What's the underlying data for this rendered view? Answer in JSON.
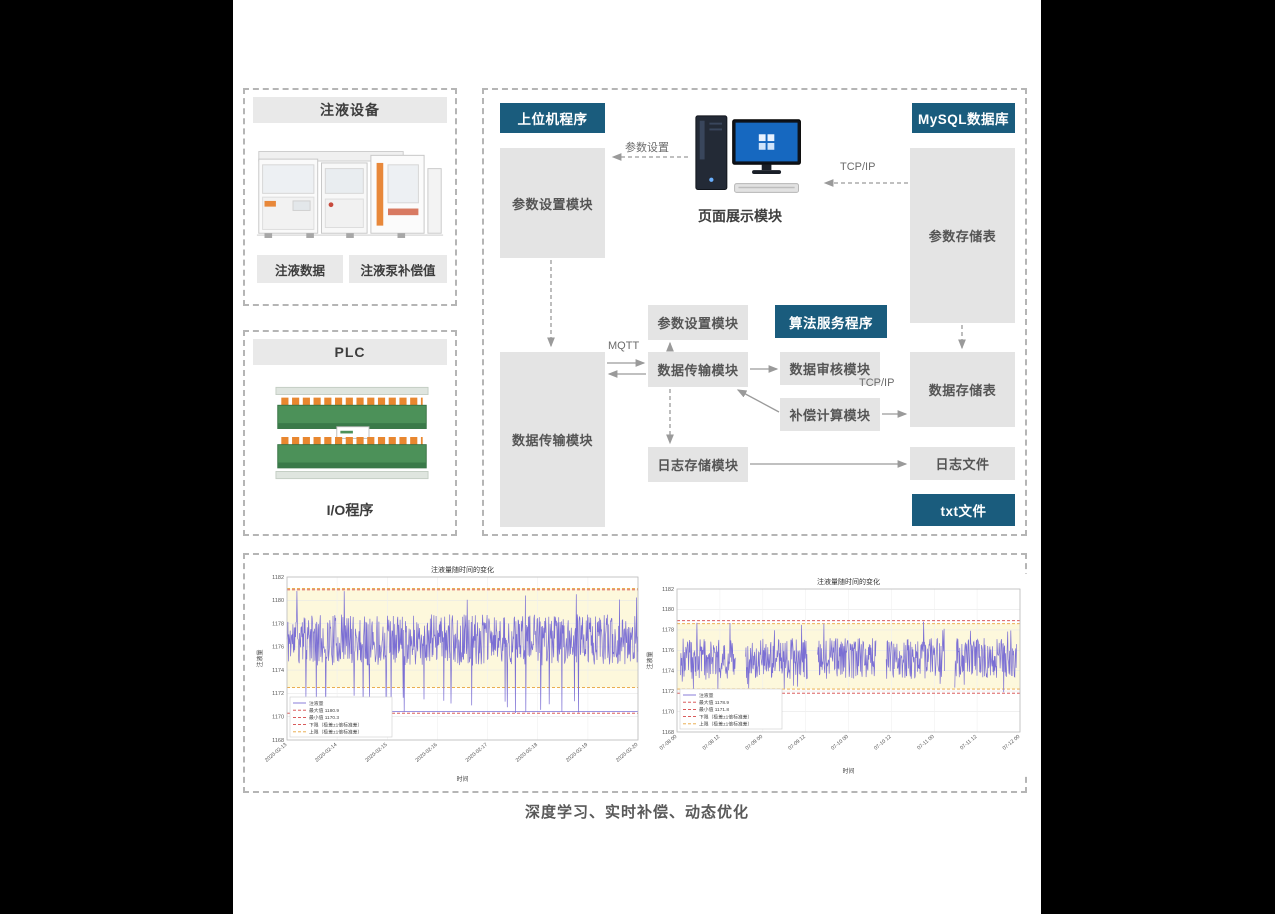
{
  "panel_equipment": {
    "title": "注液设备",
    "label_data": "注液数据",
    "label_comp": "注液泵补偿值"
  },
  "panel_plc": {
    "title": "PLC",
    "caption": "I/O程序"
  },
  "arch": {
    "badge_host": "上位机程序",
    "badge_mysql": "MySQL数据库",
    "badge_algo": "算法服务程序",
    "badge_txt": "txt文件",
    "mod_param_left": "参数设置模块",
    "mod_page_display": "页面展示模块",
    "mod_param_table": "参数存储表",
    "mod_param_mid": "参数设置模块",
    "mod_trans_mid": "数据传输模块",
    "mod_audit": "数据审核模块",
    "mod_data_table": "数据存储表",
    "mod_trans_left": "数据传输模块",
    "mod_comp": "补偿计算模块",
    "mod_log_store": "日志存储模块",
    "mod_log_file": "日志文件",
    "lbl_param_set": "参数设置",
    "lbl_tcpip_top": "TCP/IP",
    "lbl_mqtt": "MQTT",
    "lbl_tcpip_mid": "TCP/IP"
  },
  "caption": "深度学习、实时补偿、动态优化",
  "colors": {
    "badge_blue": "#1a5c7d",
    "module_gray": "#e4e4e4",
    "connector_gray": "#9a9a9a",
    "series_purple": "#7b6fd4",
    "band_yellow": "#fdf8dc"
  },
  "chart_data": [
    {
      "type": "line",
      "title": "注液量随时间的变化",
      "xlabel": "时间",
      "ylabel": "注液量",
      "ylim": [
        1168,
        1182
      ],
      "yticks": [
        1168,
        1170,
        1172,
        1174,
        1176,
        1178,
        1180,
        1182
      ],
      "xticklabels": [
        "2020-02-13",
        "2020-02-14",
        "2020-02-15",
        "2020-02-16",
        "2020-02-17",
        "2020-02-18",
        "2020-02-19",
        "2020-02-20"
      ],
      "series": [
        {
          "name": "注液量",
          "color": "#7b6fd4",
          "mean": 1176.6,
          "spread": 2.2
        }
      ],
      "max_value": 1180.9,
      "min_value": 1170.3,
      "upper_limit": 1181.0,
      "lower_limit": 1172.5,
      "legend": [
        "注液量",
        "最大值 1180.9",
        "最小值 1170.3",
        "下限（极差±1倍标准差）",
        "上限（极差±1倍标准差）"
      ],
      "legend_pos": "lower left",
      "grid": true,
      "pattern": "continuous",
      "flat_min_line": true,
      "seed": 11
    },
    {
      "type": "line",
      "title": "注液量随时间的变化",
      "xlabel": "时间",
      "ylabel": "注液量",
      "ylim": [
        1168,
        1182
      ],
      "yticks": [
        1168,
        1170,
        1172,
        1174,
        1176,
        1178,
        1180,
        1182
      ],
      "xticklabels": [
        "07-08 00",
        "07-08 12",
        "07-09 00",
        "07-09 12",
        "07-10 00",
        "07-10 12",
        "07-11 00",
        "07-11 12",
        "07-12 00"
      ],
      "series": [
        {
          "name": "注液量",
          "color": "#7b6fd4",
          "mean": 1175.2,
          "spread": 2.0
        }
      ],
      "max_value": 1178.9,
      "min_value": 1171.8,
      "upper_limit": 1178.6,
      "lower_limit": 1172.2,
      "legend": [
        "注液量",
        "最大值 1178.9",
        "最小值 1171.8",
        "下限（极差±1倍标准差）",
        "上限（极差±1倍标准差）"
      ],
      "legend_pos": "lower left",
      "grid": true,
      "pattern": "bursts",
      "flat_min_line": false,
      "bursts": [
        [
          0.01,
          0.17
        ],
        [
          0.2,
          0.38
        ],
        [
          0.41,
          0.58
        ],
        [
          0.61,
          0.78
        ],
        [
          0.81,
          0.99
        ]
      ],
      "seed": 23
    }
  ]
}
